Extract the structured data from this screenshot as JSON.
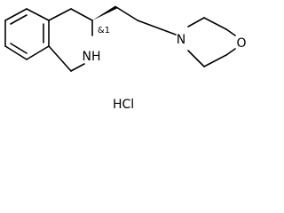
{
  "molecule": {
    "atom_labels": {
      "nh": "NH",
      "n": "N",
      "o": "O"
    },
    "stereo_label": "&1",
    "salt": "HCl",
    "wedge_bond": "solid-wedge"
  }
}
